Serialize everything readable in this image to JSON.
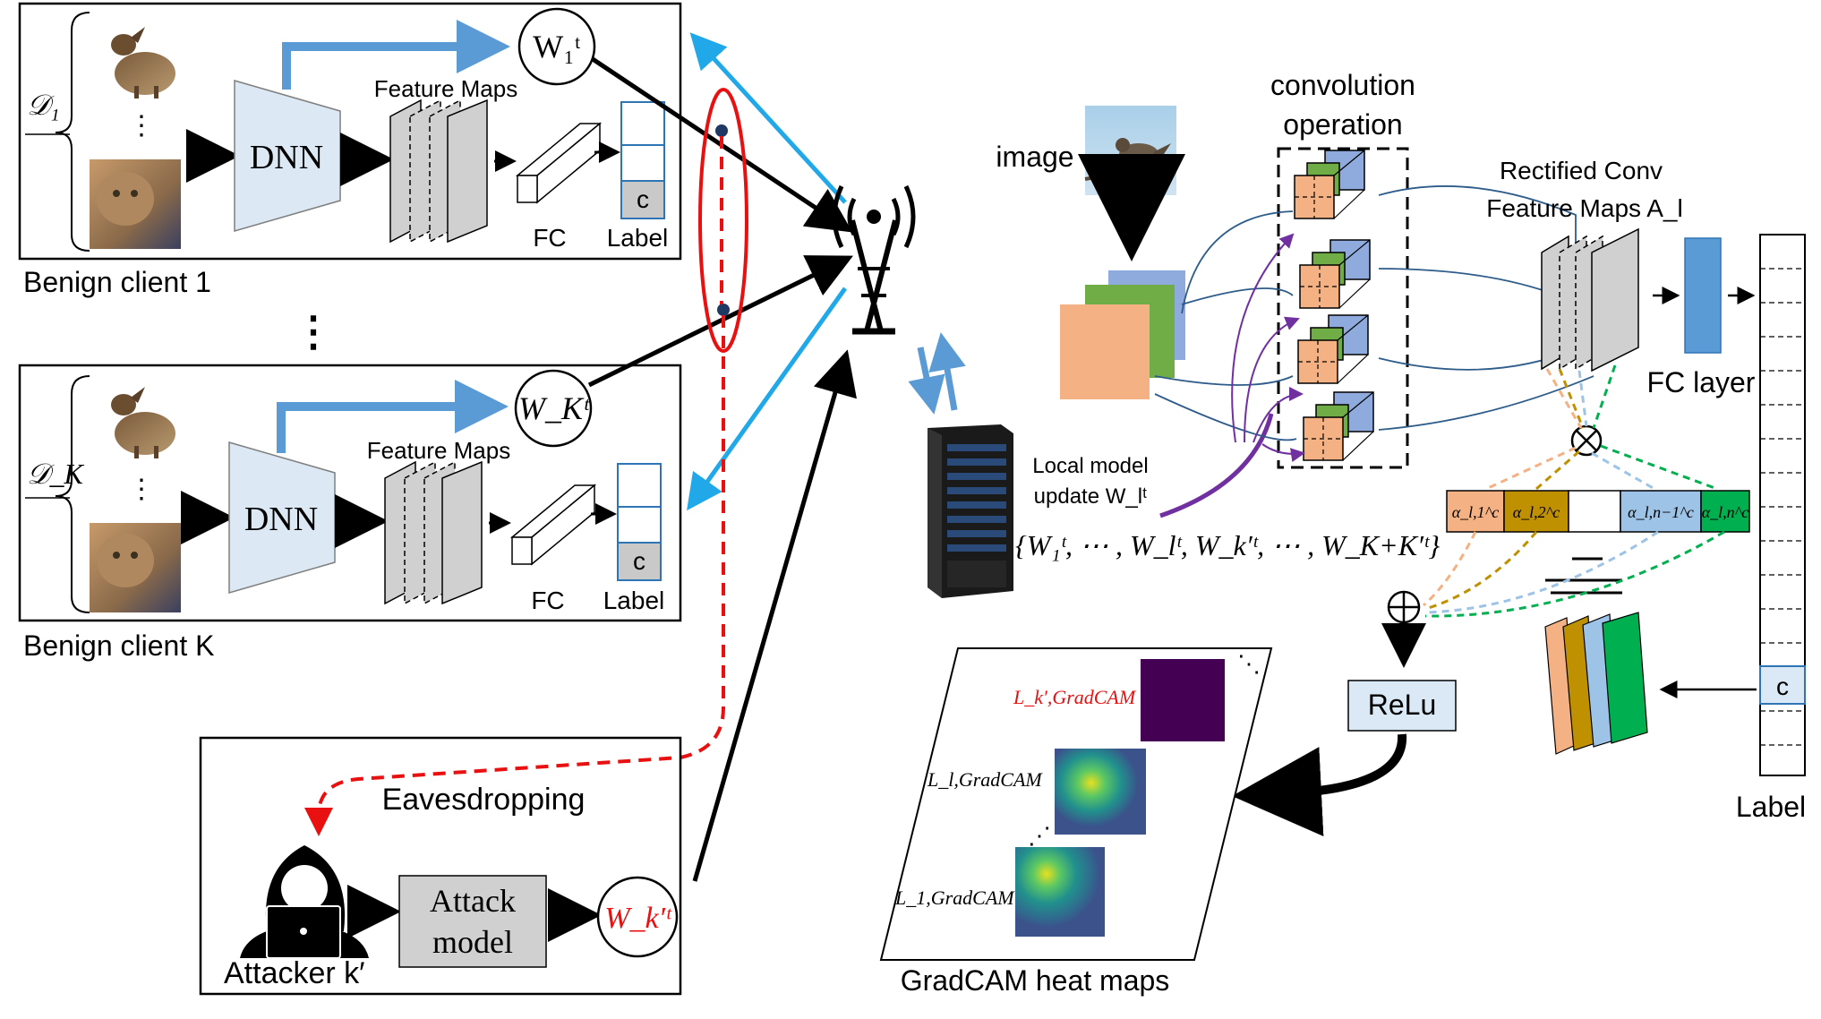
{
  "client1": {
    "dataset_label": "𝒟₁",
    "model_label": "DNN",
    "feature_maps_label": "Feature Maps",
    "fc_label": "FC",
    "label_label": "Label",
    "class_label": "c",
    "weight_label": "W₁ᵗ",
    "caption": "Benign client 1",
    "dots": "⋮"
  },
  "clientK": {
    "dataset_label": "𝒟_K",
    "model_label": "DNN",
    "feature_maps_label": "Feature Maps",
    "fc_label": "FC",
    "label_label": "Label",
    "class_label": "c",
    "weight_label": "W_Kᵗ",
    "caption": "Benign client K",
    "dots": "⋮"
  },
  "between_clients_dots": "⋮",
  "attacker": {
    "eavesdropping_label": "Eavesdropping",
    "attack_model_line1": "Attack",
    "attack_model_line2": "model",
    "weight_label": "W_k′ᵗ",
    "caption": "Attacker k′"
  },
  "server": {
    "update_line1": "Local model",
    "update_line2": "update W_lᵗ",
    "weights_set": "{W₁ᵗ, ⋯ , W_lᵗ, W_k′ᵗ, ⋯ , W_K+K′ᵗ}"
  },
  "gradcam": {
    "image_label": "image",
    "convolution_line1": "convolution",
    "convolution_line2": "operation",
    "rectified_line1": "Rectified Conv",
    "rectified_line2": "Feature Maps A_l",
    "fc_layer_label": "FC layer",
    "label_label": "Label",
    "class_label": "c",
    "alpha_labels": [
      "α_l,1^c",
      "α_l,2^c",
      "α_l,n−1^c",
      "α_l,n^c"
    ],
    "relu_label": "ReLu",
    "heatmap_labels": [
      "L_k′,GradCAM",
      "L_l,GradCAM",
      "L_1,GradCAM"
    ],
    "heatmaps_caption": "GradCAM heat maps"
  },
  "colors": {
    "blue_arrow": "#5b9bd5",
    "cyan_arrow": "#20a8e8",
    "red": "#e81010",
    "purple": "#7030a0",
    "dnn_fill": "#dce8f4",
    "gray_fill": "#d0d0d0",
    "peach": "#f4b183",
    "green": "#70ad47",
    "light_blue": "#8faadc",
    "gold": "#bf9000",
    "dark_green": "#00b050",
    "alpha_blue": "#9dc3e6"
  }
}
